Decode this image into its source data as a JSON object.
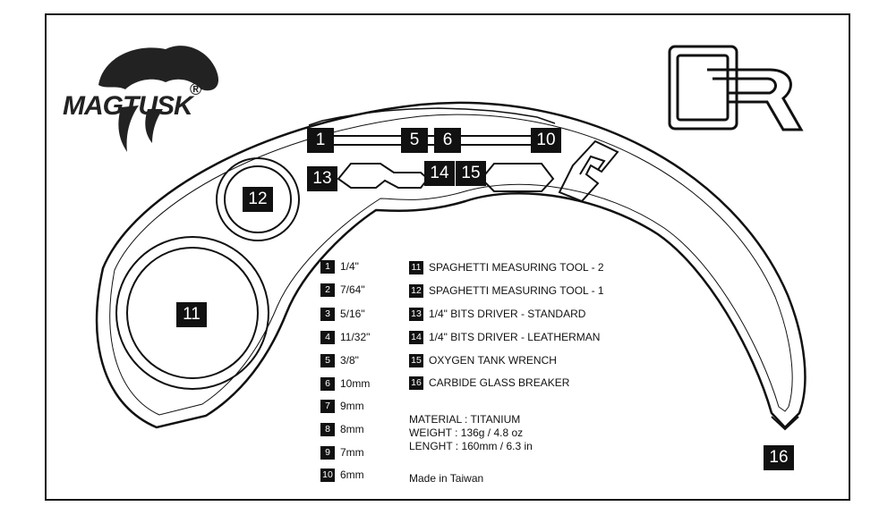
{
  "brand": {
    "name": "MAGTUSK",
    "registered": "®",
    "corner_logo": "GR"
  },
  "callouts": [
    "1",
    "5",
    "6",
    "10",
    "13",
    "14",
    "15",
    "12",
    "11",
    "16"
  ],
  "legend_left": [
    {
      "num": "1",
      "label": "1/4\""
    },
    {
      "num": "2",
      "label": "7/64\""
    },
    {
      "num": "3",
      "label": "5/16\""
    },
    {
      "num": "4",
      "label": "11/32\""
    },
    {
      "num": "5",
      "label": "3/8\""
    },
    {
      "num": "6",
      "label": "10mm"
    },
    {
      "num": "7",
      "label": "9mm"
    },
    {
      "num": "8",
      "label": "8mm"
    },
    {
      "num": "9",
      "label": "7mm"
    },
    {
      "num": "10",
      "label": "6mm"
    }
  ],
  "legend_right": [
    {
      "num": "11",
      "label": "SPAGHETTI MEASURING TOOL - 2"
    },
    {
      "num": "12",
      "label": "SPAGHETTI MEASURING TOOL - 1"
    },
    {
      "num": "13",
      "label": "1/4\" BITS DRIVER - STANDARD"
    },
    {
      "num": "14",
      "label": "1/4\" BITS DRIVER - LEATHERMAN"
    },
    {
      "num": "15",
      "label": "OXYGEN TANK WRENCH"
    },
    {
      "num": "16",
      "label": "CARBIDE GLASS BREAKER"
    }
  ],
  "specs": {
    "material": "MATERIAL : TITANIUM",
    "weight": "WEIGHT : 136g / 4.8 oz",
    "length": "LENGHT : 160mm / 6.3 in",
    "origin": "Made in Taiwan"
  }
}
